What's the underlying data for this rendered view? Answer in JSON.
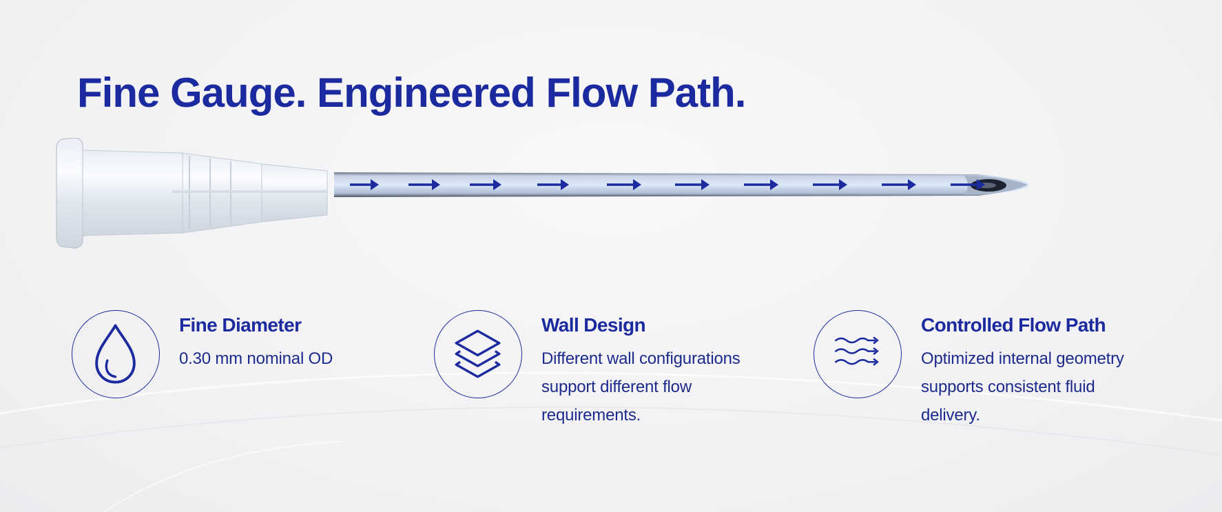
{
  "headline": "Fine Gauge. Engineered Flow Path.",
  "colors": {
    "accent": "#1b2a9e",
    "background": "#f3f3f5"
  },
  "product_image": {
    "icon": "hypodermic-needle",
    "flow_arrow_count": 10
  },
  "features": [
    {
      "icon": "droplet-icon",
      "title": "Fine Diameter",
      "description": "0.30 mm nominal OD"
    },
    {
      "icon": "layers-icon",
      "title": "Wall Design",
      "description": "Different wall configurations support different flow requirements."
    },
    {
      "icon": "flow-waves-icon",
      "title": "Controlled Flow Path",
      "description": "Optimized internal geometry supports consistent fluid delivery."
    }
  ]
}
